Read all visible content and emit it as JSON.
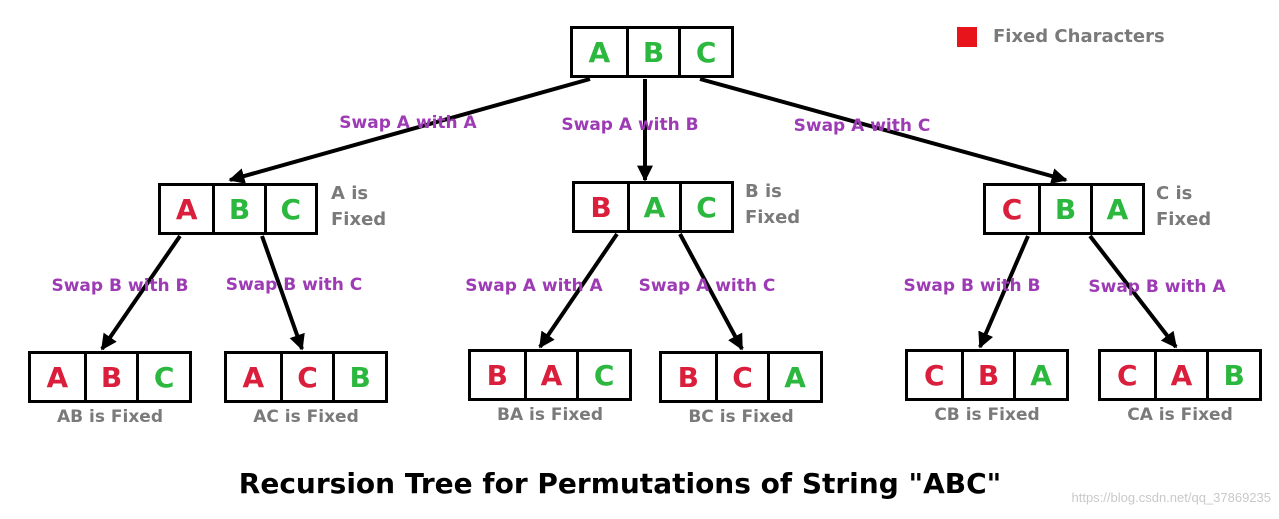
{
  "legend": {
    "label": "Fixed Characters",
    "color": "#e8141c"
  },
  "title": "Recursion Tree for Permutations of String \"ABC\"",
  "watermark": "https://blog.csdn.net/qq_37869235",
  "colors": {
    "fixed": "#d91f3c",
    "free": "#2cb83f",
    "swap_label": "#9d3bb5",
    "note": "#7a7a7a"
  },
  "nodes": [
    {
      "id": "root",
      "cells": [
        {
          "ch": "A",
          "fixed": false
        },
        {
          "ch": "B",
          "fixed": false
        },
        {
          "ch": "C",
          "fixed": false
        }
      ],
      "note": ""
    },
    {
      "id": "l1-a",
      "cells": [
        {
          "ch": "A",
          "fixed": true
        },
        {
          "ch": "B",
          "fixed": false
        },
        {
          "ch": "C",
          "fixed": false
        }
      ],
      "note": "A is Fixed"
    },
    {
      "id": "l1-b",
      "cells": [
        {
          "ch": "B",
          "fixed": true
        },
        {
          "ch": "A",
          "fixed": false
        },
        {
          "ch": "C",
          "fixed": false
        }
      ],
      "note": "B is Fixed"
    },
    {
      "id": "l1-c",
      "cells": [
        {
          "ch": "C",
          "fixed": true
        },
        {
          "ch": "B",
          "fixed": false
        },
        {
          "ch": "A",
          "fixed": false
        }
      ],
      "note": "C is Fixed"
    },
    {
      "id": "l2-ab",
      "cells": [
        {
          "ch": "A",
          "fixed": true
        },
        {
          "ch": "B",
          "fixed": true
        },
        {
          "ch": "C",
          "fixed": false
        }
      ],
      "note": "AB is Fixed"
    },
    {
      "id": "l2-ac",
      "cells": [
        {
          "ch": "A",
          "fixed": true
        },
        {
          "ch": "C",
          "fixed": true
        },
        {
          "ch": "B",
          "fixed": false
        }
      ],
      "note": "AC is Fixed"
    },
    {
      "id": "l2-ba",
      "cells": [
        {
          "ch": "B",
          "fixed": true
        },
        {
          "ch": "A",
          "fixed": true
        },
        {
          "ch": "C",
          "fixed": false
        }
      ],
      "note": "BA is Fixed"
    },
    {
      "id": "l2-bc",
      "cells": [
        {
          "ch": "B",
          "fixed": true
        },
        {
          "ch": "C",
          "fixed": true
        },
        {
          "ch": "A",
          "fixed": false
        }
      ],
      "note": "BC is Fixed"
    },
    {
      "id": "l2-cb",
      "cells": [
        {
          "ch": "C",
          "fixed": true
        },
        {
          "ch": "B",
          "fixed": true
        },
        {
          "ch": "A",
          "fixed": false
        }
      ],
      "note": "CB is Fixed"
    },
    {
      "id": "l2-ca",
      "cells": [
        {
          "ch": "C",
          "fixed": true
        },
        {
          "ch": "A",
          "fixed": true
        },
        {
          "ch": "B",
          "fixed": false
        }
      ],
      "note": "CA is Fixed"
    }
  ],
  "edges": [
    {
      "from": "root",
      "to": "l1-a",
      "label": "Swap A with A"
    },
    {
      "from": "root",
      "to": "l1-b",
      "label": "Swap A with B"
    },
    {
      "from": "root",
      "to": "l1-c",
      "label": "Swap A with C"
    },
    {
      "from": "l1-a",
      "to": "l2-ab",
      "label": "Swap B with B"
    },
    {
      "from": "l1-a",
      "to": "l2-ac",
      "label": "Swap B with C"
    },
    {
      "from": "l1-b",
      "to": "l2-ba",
      "label": "Swap A with A"
    },
    {
      "from": "l1-b",
      "to": "l2-bc",
      "label": "Swap A with C"
    },
    {
      "from": "l1-c",
      "to": "l2-cb",
      "label": "Swap B with B"
    },
    {
      "from": "l1-c",
      "to": "l2-ca",
      "label": "Swap B with A"
    }
  ]
}
